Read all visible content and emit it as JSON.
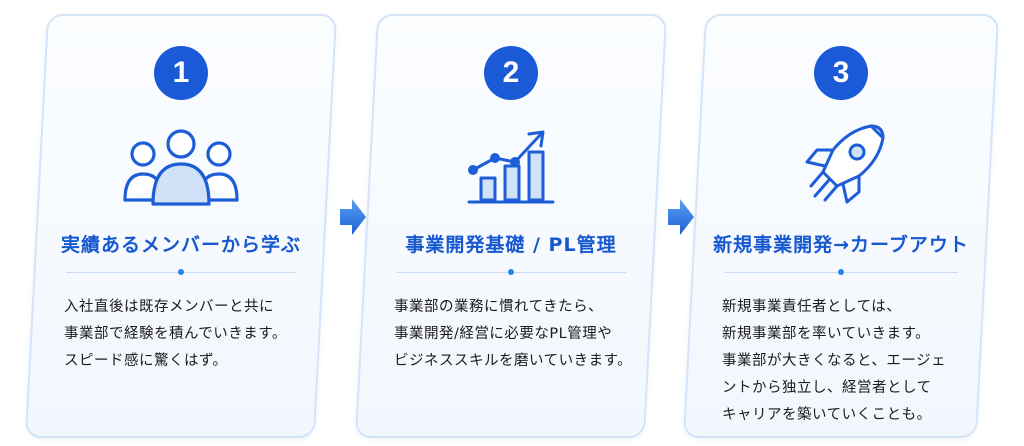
{
  "steps": [
    {
      "number": "1",
      "icon": "people-icon",
      "title": "実績あるメンバーから学ぶ",
      "lines": [
        "入社直後は既存メンバーと共に",
        "事業部で経験を積んでいきます。",
        "スピード感に驚くはず。"
      ]
    },
    {
      "number": "2",
      "icon": "growth-chart-icon",
      "title": "事業開発基礎 / PL管理",
      "lines": [
        "事業部の業務に慣れてきたら、",
        "事業開発/経営に必要なPL管理や",
        "ビジネススキルを磨いていきます。"
      ]
    },
    {
      "number": "3",
      "icon": "rocket-icon",
      "title": "新規事業開発→カーブアウト",
      "lines": [
        "新規事業責任者としては、",
        "新規事業部を率いていきます。",
        "事業部が大きくなると、エージェ",
        "ントから独立し、経営者として",
        "キャリアを築いていくことも。"
      ]
    }
  ],
  "colors": {
    "accent": "#1a5ad7",
    "title": "#1658cf",
    "icon_stroke": "#1d5ed8",
    "icon_fill": "#cfe2f8",
    "card_border": "#d4e4f8",
    "arrow_top": "#5aa2ee",
    "arrow_bottom": "#1d5ed8"
  }
}
